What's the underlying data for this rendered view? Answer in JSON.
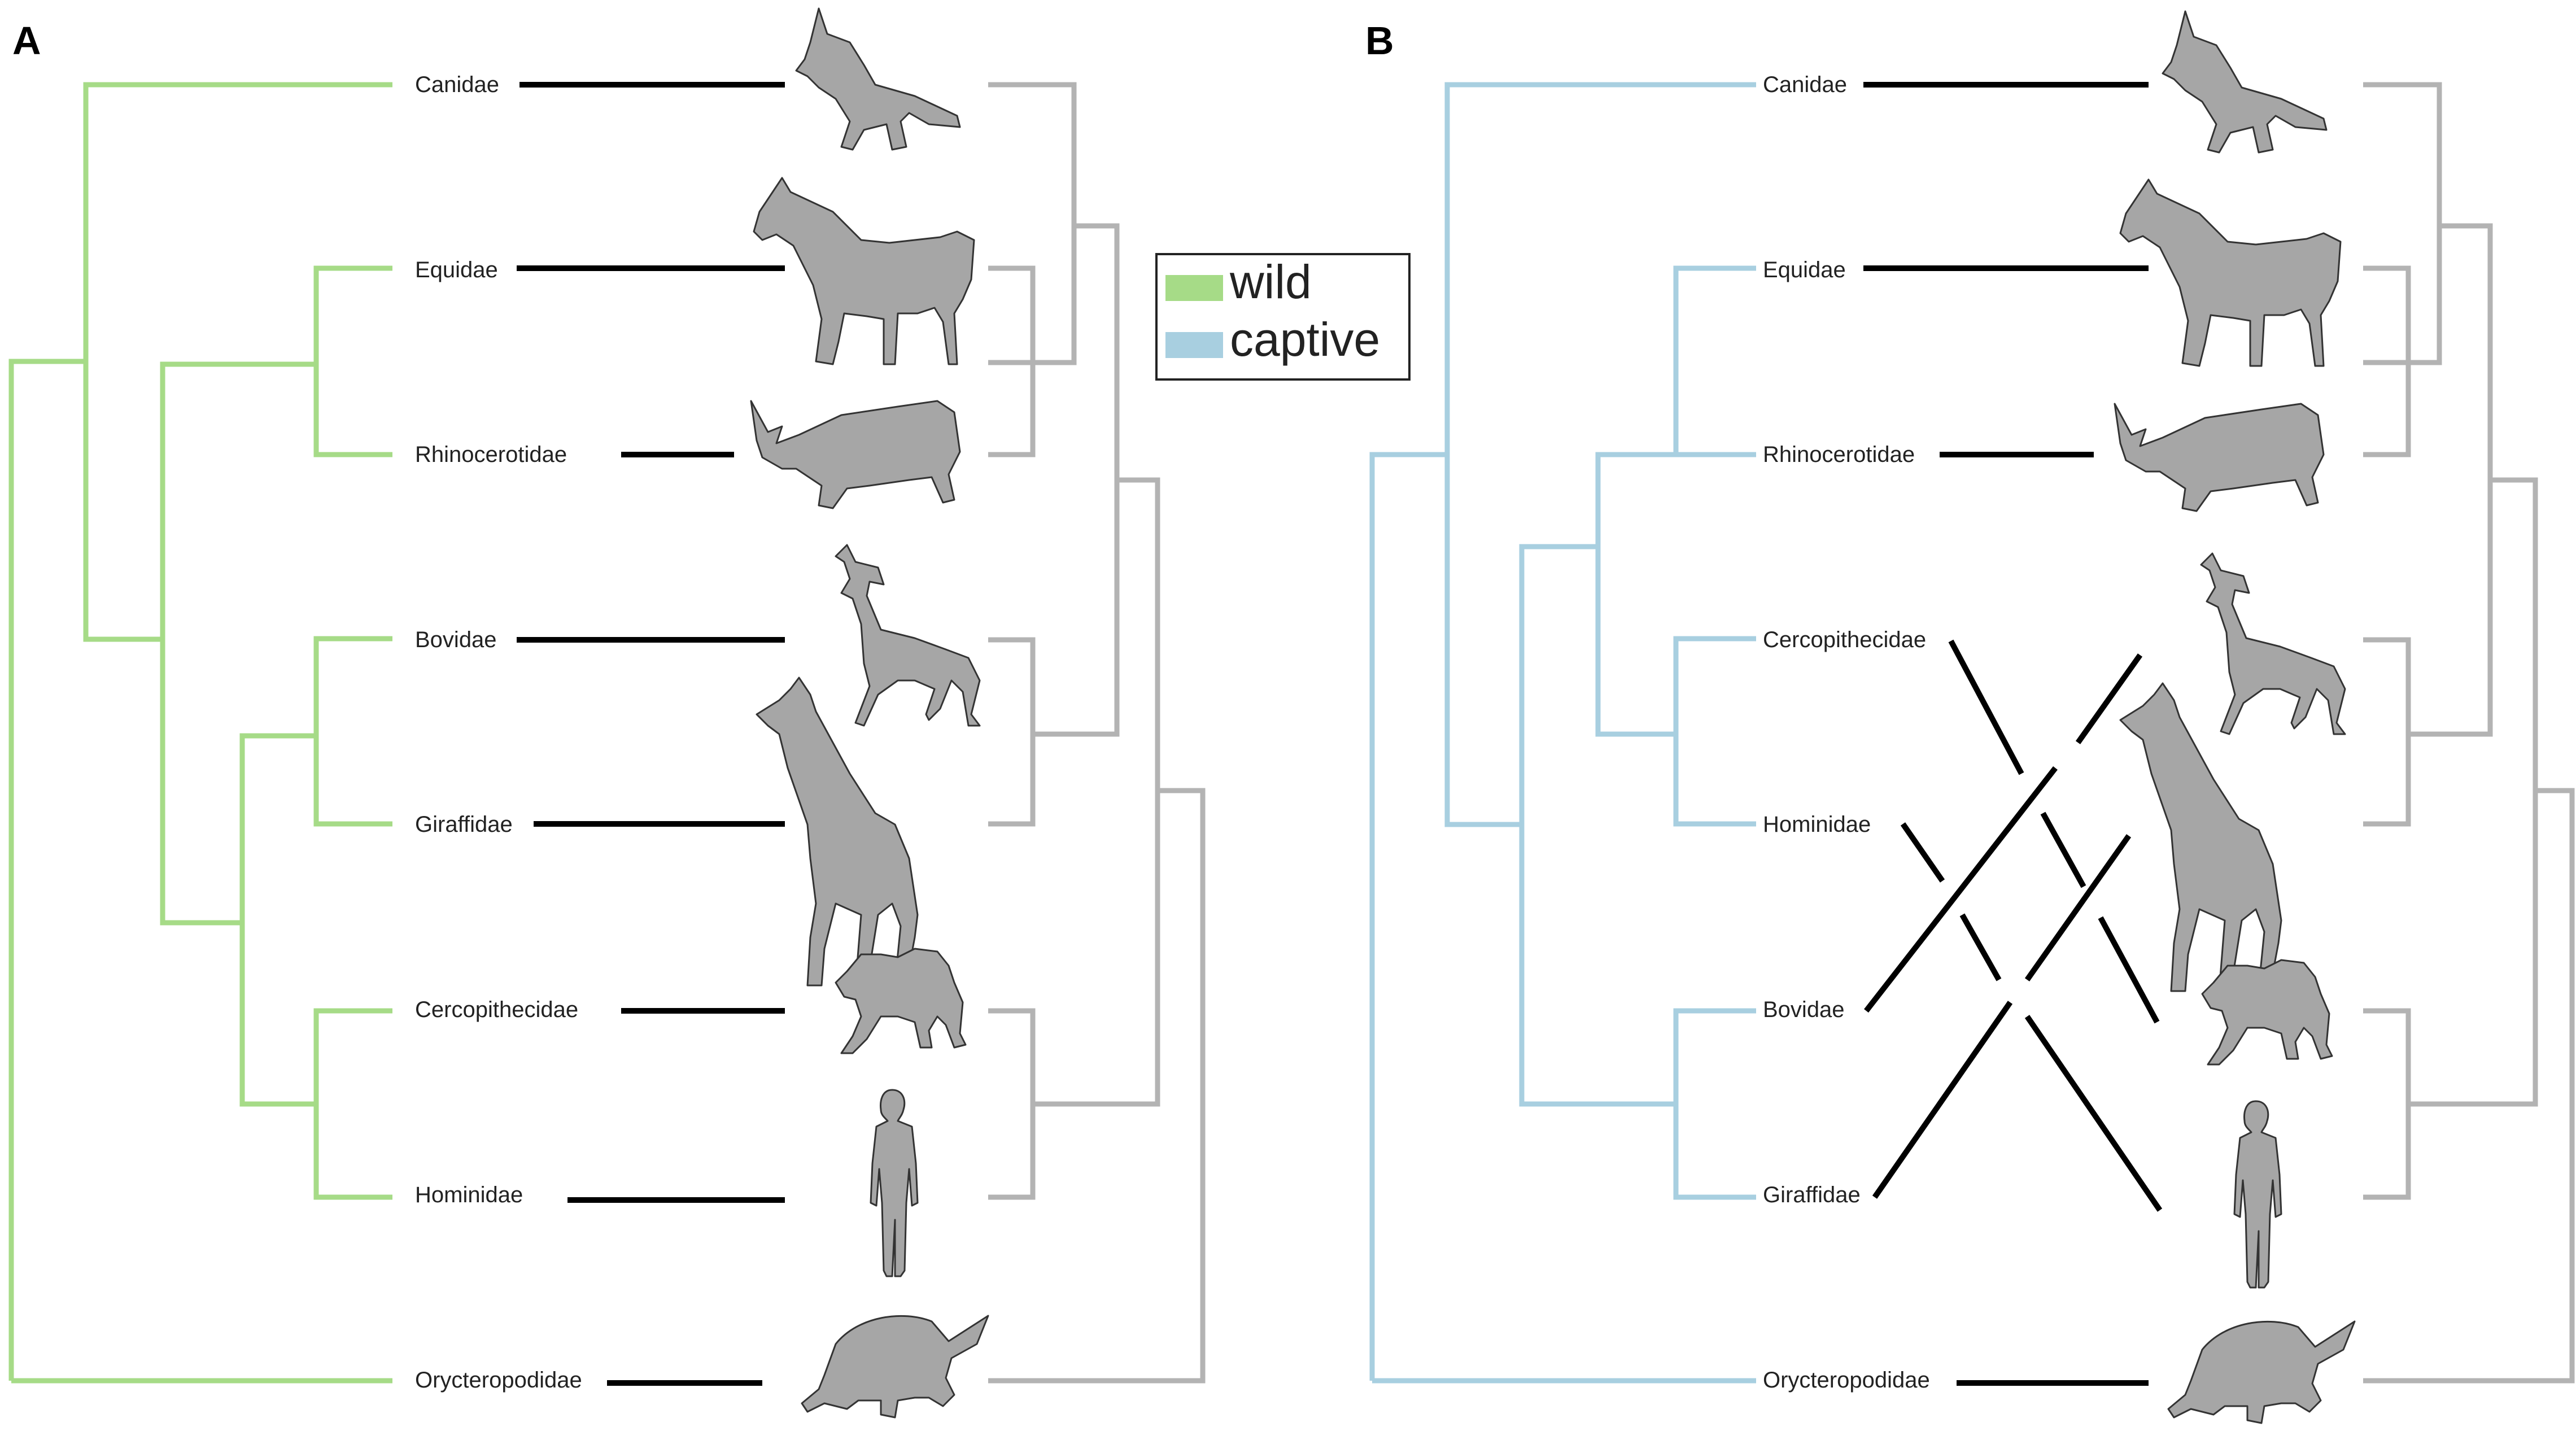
{
  "panels": [
    {
      "letter": "A",
      "tree_color": "#a6db87",
      "labels": [
        "Canidae",
        "Equidae",
        "Rhinocerotidae",
        "Bovidae",
        "Giraffidae",
        "Cercopithecidae",
        "Hominidae",
        "Orycteropodidae"
      ],
      "links": [
        [
          0,
          0
        ],
        [
          1,
          1
        ],
        [
          2,
          2
        ],
        [
          3,
          3
        ],
        [
          4,
          4
        ],
        [
          5,
          5
        ],
        [
          6,
          6
        ],
        [
          7,
          7
        ]
      ]
    },
    {
      "letter": "B",
      "tree_color": "#a8cfe0",
      "labels": [
        "Canidae",
        "Equidae",
        "Rhinocerotidae",
        "Cercopithecidae",
        "Hominidae",
        "Bovidae",
        "Giraffidae",
        "Orycteropodidae"
      ],
      "links": [
        [
          0,
          0
        ],
        [
          1,
          1
        ],
        [
          2,
          2
        ],
        [
          3,
          5
        ],
        [
          4,
          6
        ],
        [
          5,
          3
        ],
        [
          6,
          4
        ],
        [
          7,
          7
        ]
      ]
    }
  ],
  "animals": [
    {
      "name": "wolf-icon"
    },
    {
      "name": "horse-icon"
    },
    {
      "name": "rhinoceros-icon"
    },
    {
      "name": "gazelle-icon"
    },
    {
      "name": "giraffe-icon"
    },
    {
      "name": "baboon-icon"
    },
    {
      "name": "human-icon"
    },
    {
      "name": "aardvark-icon"
    }
  ],
  "legend": {
    "items": [
      {
        "label": "wild",
        "color": "#a6db87"
      },
      {
        "label": "captive",
        "color": "#a8cfe0"
      }
    ]
  },
  "colors": {
    "host_tree": "#b3b3b3",
    "link": "#000000",
    "silhouette": "#a6a6a6",
    "silhouette_edge": "#333333"
  }
}
